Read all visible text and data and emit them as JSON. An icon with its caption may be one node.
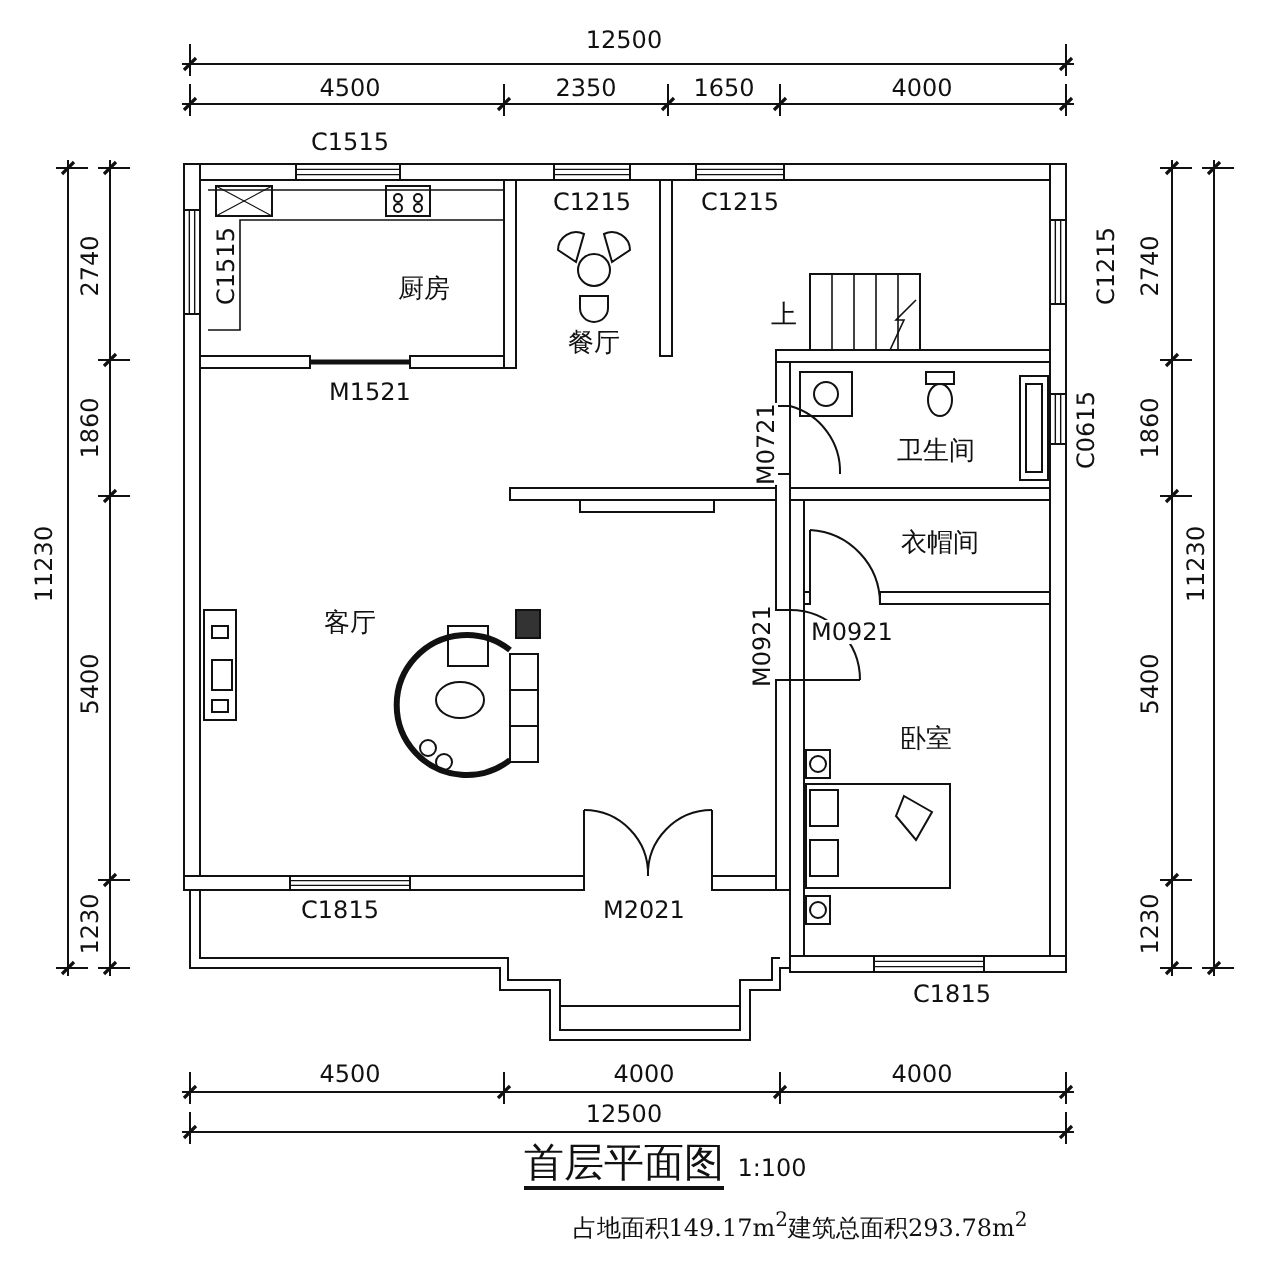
{
  "diagram": {
    "title": "首层平面图",
    "caption": "占地面积149.17m$^{2}$建筑总面积293.78m$^{2}$",
    "labels": [
      "12500",
      "4500",
      "2350",
      "1650",
      "4000",
      "C1515",
      "C1215",
      "C1215",
      "2740",
      "C1515",
      "厨房",
      "上",
      "C1215",
      "2740",
      "餐厅",
      "M1521",
      "1860",
      "M0721",
      "卫生间",
      "C0615",
      "1860",
      "衣帽间",
      "11230",
      "11230",
      "客厅",
      "M0921",
      "M0921",
      "5400",
      "5400",
      "卧室",
      "1230",
      "C1815",
      "M2021",
      "1230",
      "C1815",
      "4500",
      "4000",
      "4000",
      "12500",
      "1:100"
    ]
  }
}
